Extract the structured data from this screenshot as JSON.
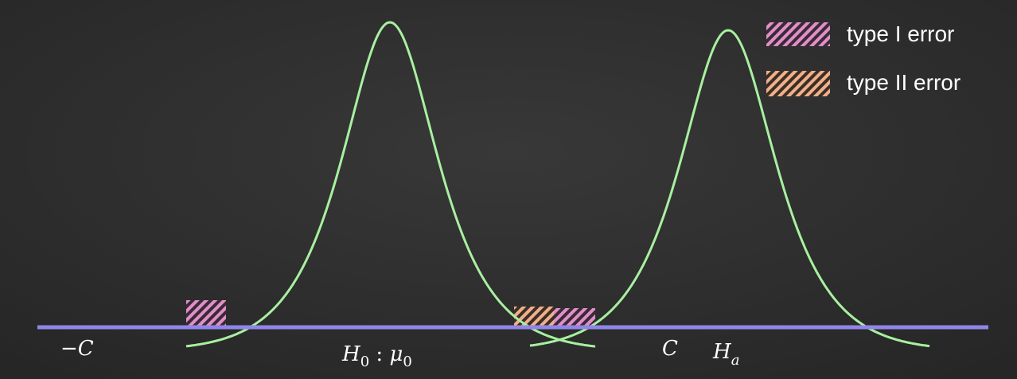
{
  "colors": {
    "background": "#2f2f2f",
    "axis": "#8f86e8",
    "curve": "#a8f0a0",
    "type_one": "#e08fc8",
    "type_two": "#f0b08a",
    "text": "#ffffff"
  },
  "legend": {
    "type_one_label": "type I error",
    "type_two_label": "type II error"
  },
  "labels": {
    "neg_c": "−C",
    "h0_main": "H",
    "h0_sub": "0",
    "h0_sep": " :  ",
    "mu_main": "μ",
    "mu_sub": "0",
    "c": "C",
    "ha_main": "H",
    "ha_sub": "a"
  }
}
